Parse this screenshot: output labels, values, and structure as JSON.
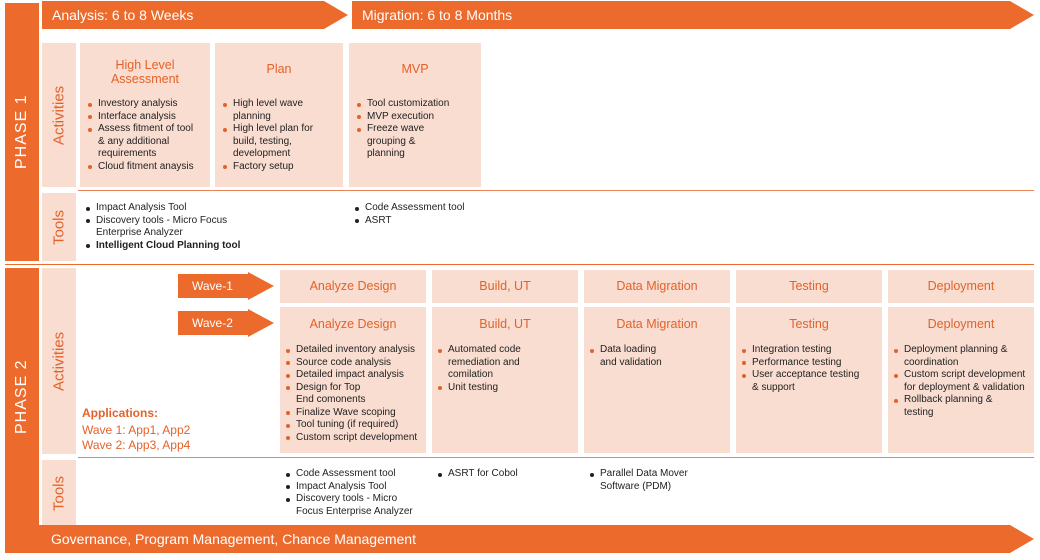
{
  "timeline": {
    "analysis": "Analysis: 6 to 8 Weeks",
    "migration": "Migration: 6 to 8 Months",
    "colors": {
      "accent": "#ec6a2c",
      "box": "#f9ddd0",
      "title": "#e3622a"
    }
  },
  "phase1": {
    "label": "PHASE 1",
    "activities_label": "Activities",
    "tools_label": "Tools",
    "boxes": [
      {
        "title": "High Level Assessment",
        "items": [
          "Investory analysis",
          "Interface analysis",
          "Assess fitment of tool & any additional requirements",
          "Cloud fitment anaysis"
        ]
      },
      {
        "title": "Plan",
        "items": [
          "High level wave planning",
          "High level plan for build, testing, development",
          "Factory setup"
        ]
      },
      {
        "title": "MVP",
        "items": [
          "Tool customization",
          "MVP execution",
          "Freeze wave grouping & planning"
        ]
      }
    ],
    "tools_left": [
      "Impact Analysis Tool",
      "Discovery tools - Micro Focus Enterprise Analyzer",
      "Intelligent Cloud Planning tool"
    ],
    "tools_right": [
      "Code Assessment tool",
      "ASRT"
    ]
  },
  "phase2": {
    "label": "PHASE 2",
    "activities_label": "Activities",
    "tools_label": "Tools",
    "wave1": "Wave-1",
    "wave2": "Wave-2",
    "stage_titles": [
      "Analyze Design",
      "Build, UT",
      "Data Migration",
      "Testing",
      "Deployment"
    ],
    "stages": [
      {
        "title": "Analyze Design",
        "items": [
          "Detailed inventory analysis",
          "Source code analysis",
          "Detailed impact analysis",
          "Design for Top End comonents",
          "Finalize Wave scoping",
          "Tool tuning (if required)",
          "Custom script development"
        ]
      },
      {
        "title": "Build, UT",
        "items": [
          "Automated code remediation and comilation",
          "Unit testing"
        ]
      },
      {
        "title": "Data Migration",
        "items": [
          "Data loading and validation"
        ]
      },
      {
        "title": "Testing",
        "items": [
          "Integration testing",
          "Performance testing",
          "User acceptance testing & support"
        ]
      },
      {
        "title": "Deployment",
        "items": [
          "Deployment planning & coordination",
          "Custom script development for deployment & validation",
          "Rollback planning & testing"
        ]
      }
    ],
    "applications": {
      "title": "Applications:",
      "wave1": "Wave 1: App1, App2",
      "wave2": "Wave 2: App3, App4"
    },
    "tools": [
      [
        "Code Assessment tool",
        "Impact Analysis Tool",
        "Discovery tools - Micro Focus Enterprise Analyzer"
      ],
      [
        "ASRT for Cobol"
      ],
      [
        "Parallel Data Mover Software (PDM)"
      ]
    ]
  },
  "footer": "Governance, Program Management, Chance Management"
}
